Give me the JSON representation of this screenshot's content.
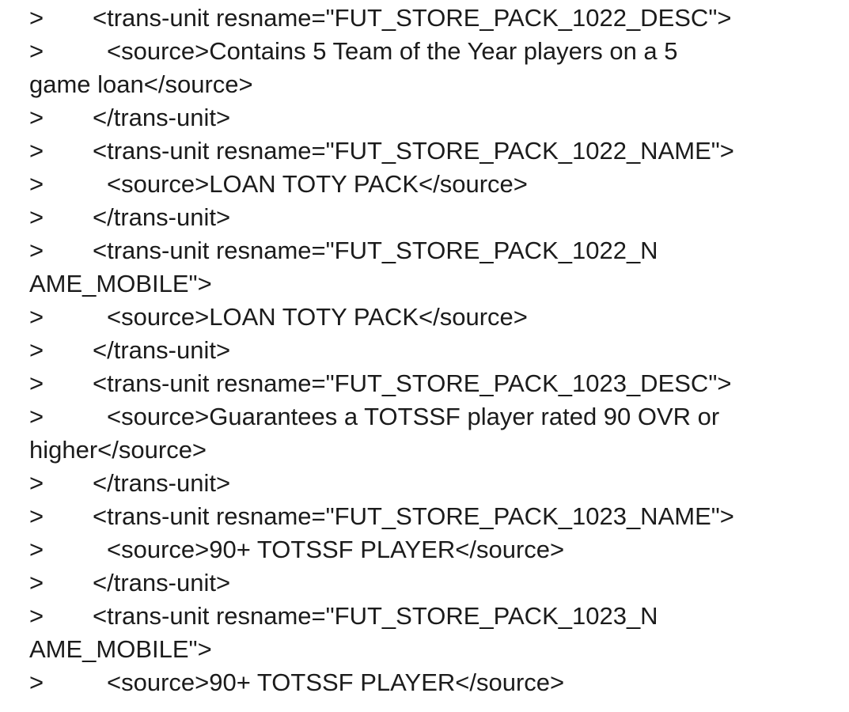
{
  "colors": {
    "background": "#ffffff",
    "text": "#1b1b1b"
  },
  "quote_marker": ">",
  "lines": [
    {
      "marked": true,
      "indent": 1,
      "text": "<trans-unit resname=\"FUT_STORE_PACK_1022_DESC\">"
    },
    {
      "marked": true,
      "indent": 2,
      "text": "<source>Contains 5 Team of the Year players on a 5"
    },
    {
      "marked": false,
      "indent": 0,
      "text": "game loan</source>"
    },
    {
      "marked": true,
      "indent": 1,
      "text": "</trans-unit>"
    },
    {
      "marked": true,
      "indent": 1,
      "text": "<trans-unit resname=\"FUT_STORE_PACK_1022_NAME\">"
    },
    {
      "marked": true,
      "indent": 2,
      "text": "<source>LOAN TOTY PACK</source>"
    },
    {
      "marked": true,
      "indent": 1,
      "text": "</trans-unit>"
    },
    {
      "marked": true,
      "indent": 1,
      "text": "<trans-unit resname=\"FUT_STORE_PACK_1022_N"
    },
    {
      "marked": false,
      "indent": 0,
      "text": "AME_MOBILE\">"
    },
    {
      "marked": true,
      "indent": 2,
      "text": "<source>LOAN TOTY PACK</source>"
    },
    {
      "marked": true,
      "indent": 1,
      "text": "</trans-unit>"
    },
    {
      "marked": true,
      "indent": 1,
      "text": "<trans-unit resname=\"FUT_STORE_PACK_1023_DESC\">"
    },
    {
      "marked": true,
      "indent": 2,
      "text": "<source>Guarantees a TOTSSF player rated 90 OVR or"
    },
    {
      "marked": false,
      "indent": 0,
      "text": "higher</source>"
    },
    {
      "marked": true,
      "indent": 1,
      "text": "</trans-unit>"
    },
    {
      "marked": true,
      "indent": 1,
      "text": "<trans-unit resname=\"FUT_STORE_PACK_1023_NAME\">"
    },
    {
      "marked": true,
      "indent": 2,
      "text": "<source>90+ TOTSSF PLAYER</source>"
    },
    {
      "marked": true,
      "indent": 1,
      "text": "</trans-unit>"
    },
    {
      "marked": true,
      "indent": 1,
      "text": "<trans-unit resname=\"FUT_STORE_PACK_1023_N"
    },
    {
      "marked": false,
      "indent": 0,
      "text": "AME_MOBILE\">"
    },
    {
      "marked": true,
      "indent": 2,
      "text": "<source>90+ TOTSSF PLAYER</source>"
    }
  ]
}
